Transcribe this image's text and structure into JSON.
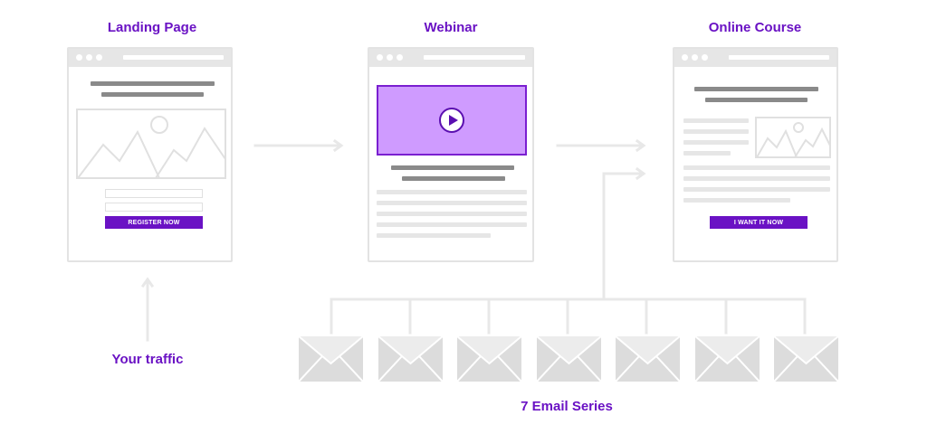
{
  "labels": {
    "landing": "Landing Page",
    "webinar": "Webinar",
    "course": "Online Course",
    "traffic": "Your traffic",
    "emails": "7 Email Series"
  },
  "buttons": {
    "register": "REGISTER NOW",
    "want": "I WANT IT NOW"
  },
  "icons": {
    "play": "play-icon",
    "mail": "envelope-icon",
    "image": "image-placeholder-icon"
  },
  "emails": {
    "count": 7
  },
  "colors": {
    "accent": "#6a12c4",
    "video_fill": "#cf9bff",
    "line": "#e8e8e8",
    "envelope": "#dcdcdc"
  }
}
